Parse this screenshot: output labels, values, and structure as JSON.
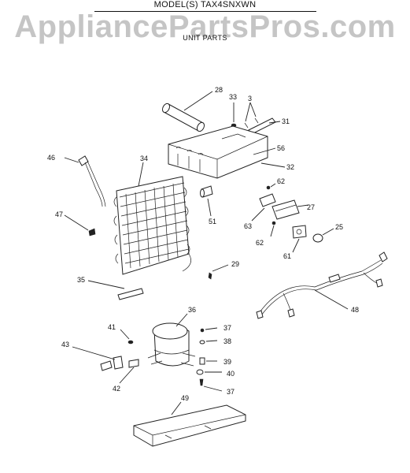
{
  "header": {
    "model_title": "MODEL(S) TAX4SNXWN",
    "watermark": "AppliancePartsPros.com",
    "section_title": "UNIT PARTS"
  },
  "callouts": {
    "p28": "28",
    "p33": "33",
    "p3": "3",
    "p31": "31",
    "p56": "56",
    "p32": "32",
    "p46": "46",
    "p34": "34",
    "p62a": "62",
    "p27": "27",
    "p63": "63",
    "p62b": "62",
    "p25": "25",
    "p61": "61",
    "p47": "47",
    "p51": "51",
    "p29": "29",
    "p35": "35",
    "p48": "48",
    "p36": "36",
    "p37a": "37",
    "p38": "38",
    "p41": "41",
    "p43": "43",
    "p39": "39",
    "p40": "40",
    "p42": "42",
    "p37b": "37",
    "p49": "49"
  }
}
